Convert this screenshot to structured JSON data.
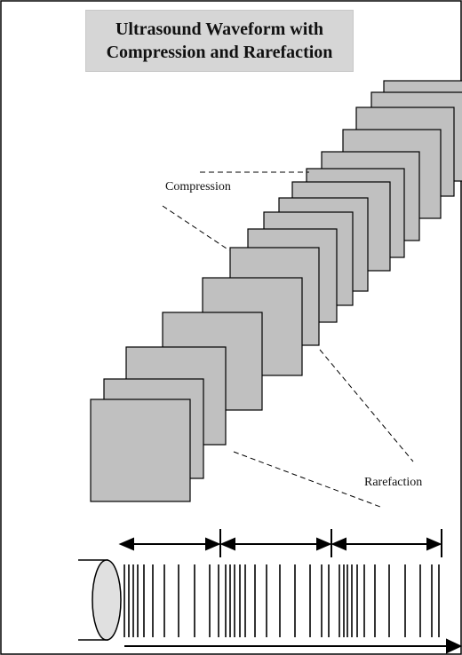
{
  "title": {
    "line1": "Ultrasound Waveform with",
    "line2": "Compression and Rarefaction"
  },
  "labels": {
    "compression": "Compression",
    "rarefaction": "Rarefaction"
  },
  "colors": {
    "plate_fill": "#c0c0c0",
    "title_bg": "#d6d6d6",
    "transducer_fill": "#e0e0e0",
    "stroke": "#000000"
  }
}
